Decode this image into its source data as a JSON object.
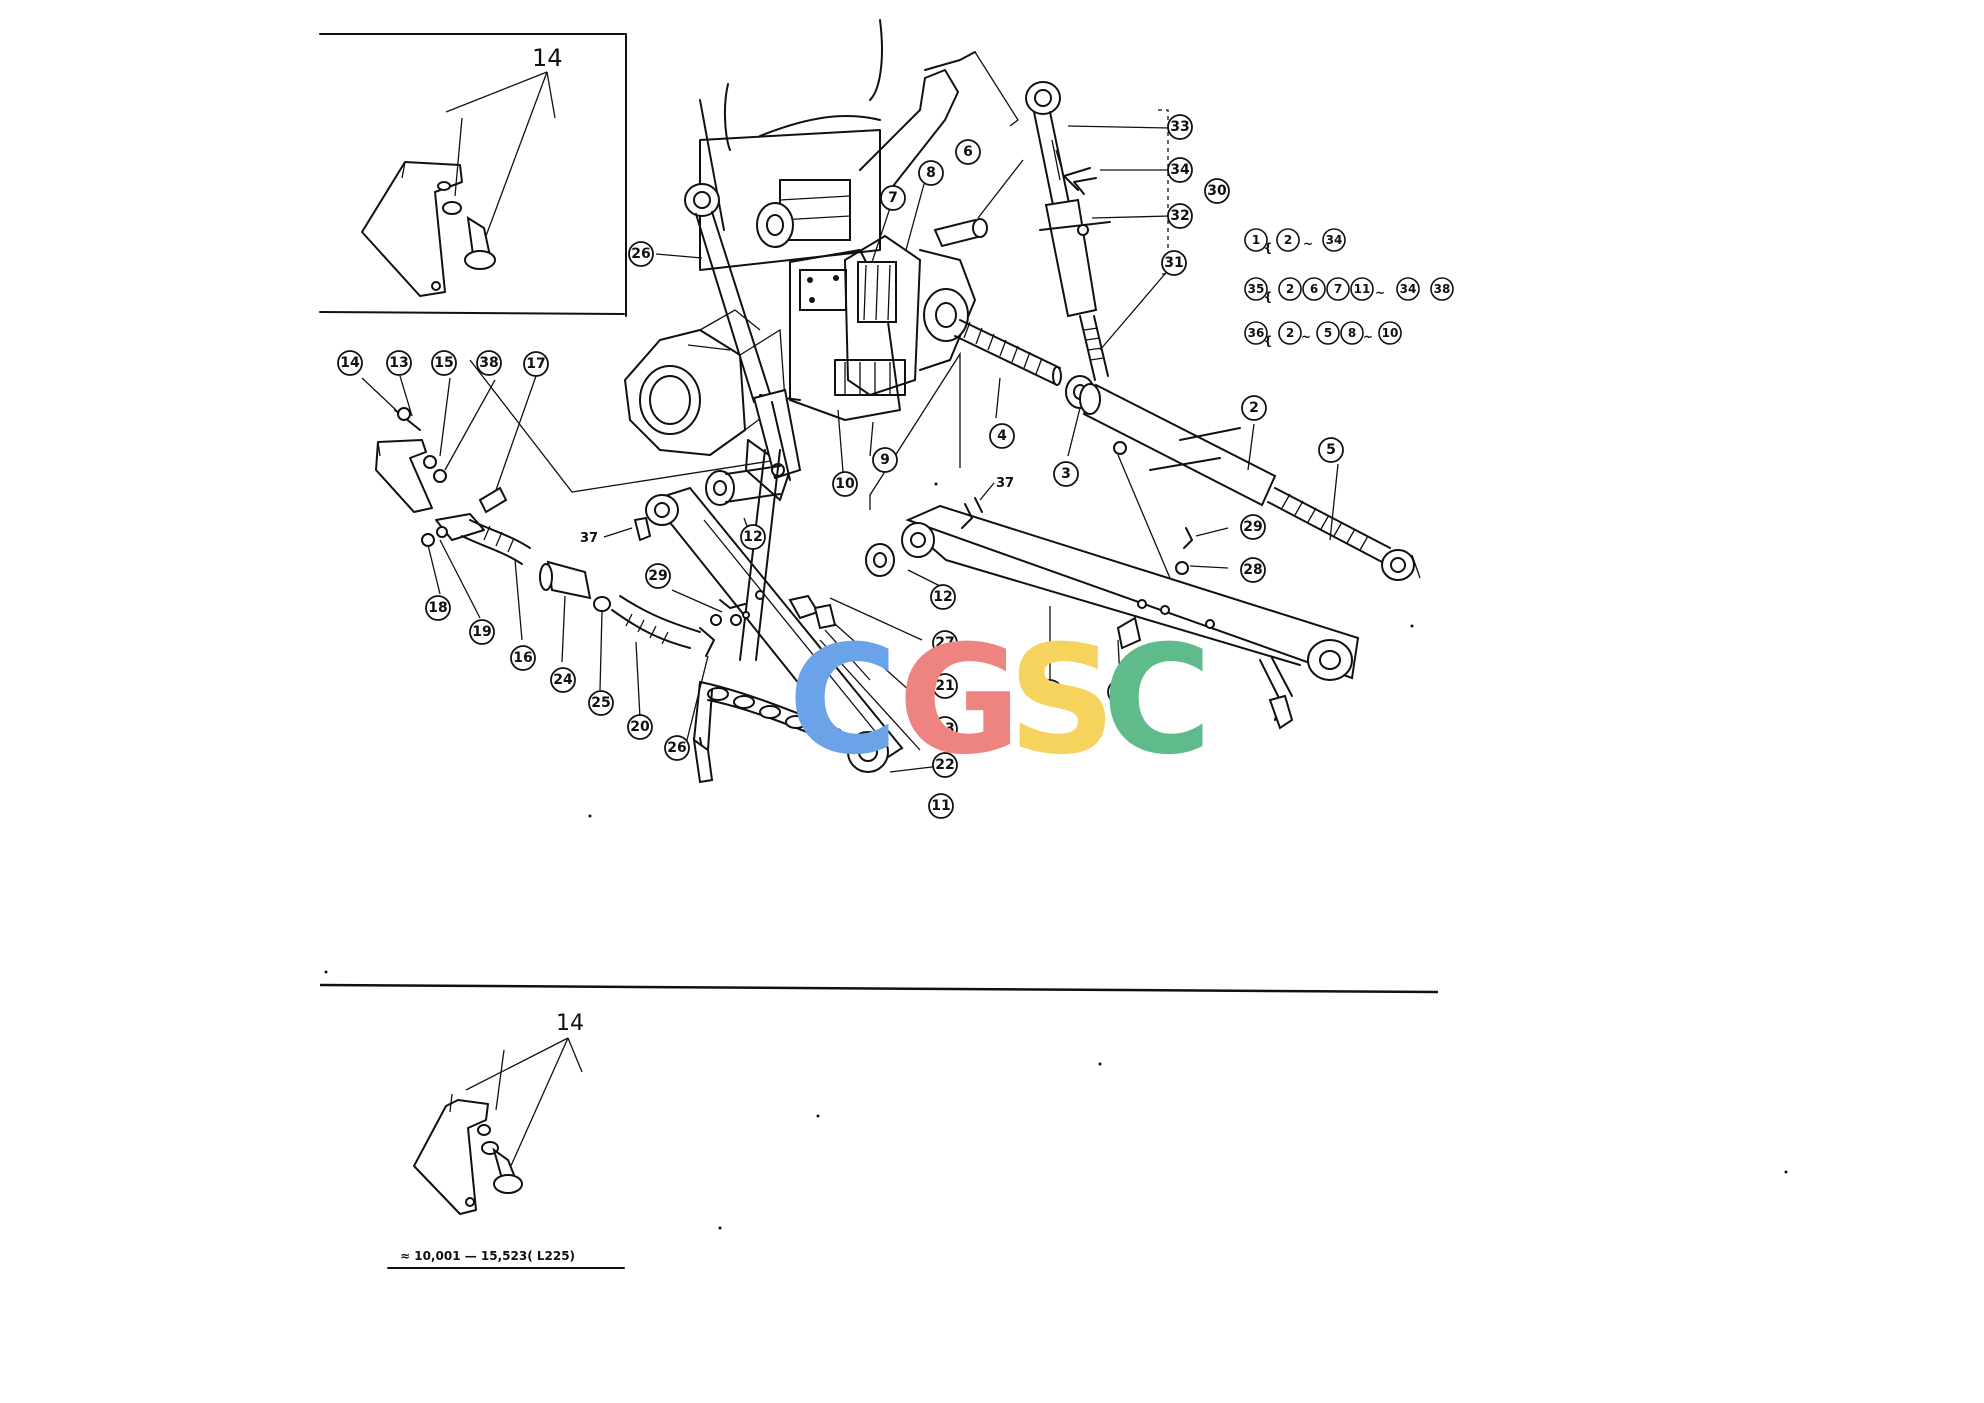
{
  "labels": {
    "inset_top_number": "14",
    "inset_bottom_number": "14",
    "serial_note": "≈  10,001  —  15,523( L225)",
    "small_37_a": "37",
    "small_37_b": "37"
  },
  "callouts": [
    "2",
    "3",
    "4",
    "5",
    "6",
    "7",
    "8",
    "9",
    "10",
    "11",
    "11",
    "12",
    "12",
    "13",
    "14",
    "15",
    "16",
    "17",
    "18",
    "19",
    "20",
    "21",
    "22",
    "23",
    "24",
    "25",
    "26",
    "26",
    "27",
    "27",
    "28",
    "29",
    "29",
    "30",
    "31",
    "32",
    "33",
    "34",
    "38"
  ],
  "formulas": {
    "row1": [
      "1",
      "2",
      "34"
    ],
    "row2": [
      "35",
      "2",
      "6",
      "7",
      "11",
      "34",
      "38"
    ],
    "row3": [
      "36",
      "2",
      "5",
      "8",
      "10"
    ],
    "tilde": "~"
  },
  "watermark": {
    "letters": [
      "C",
      "G",
      "S",
      "C"
    ],
    "colors": [
      "#6aa3e8",
      "#ee8480",
      "#f6d35d",
      "#60bb8a"
    ]
  }
}
